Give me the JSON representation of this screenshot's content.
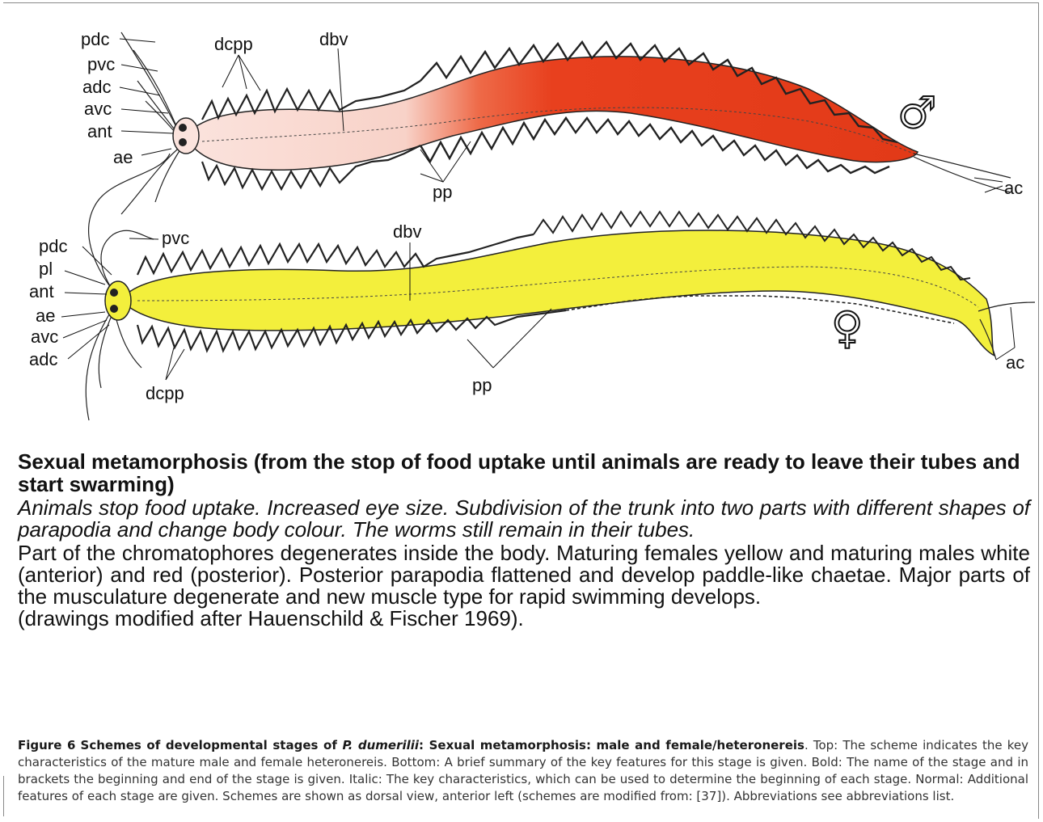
{
  "labels": {
    "male": {
      "pdc": "pdc",
      "pvc": "pvc",
      "adc": "adc",
      "avc": "avc",
      "ant": "ant",
      "ae": "ae",
      "dcpp": "dcpp",
      "dbv": "dbv",
      "pp": "pp",
      "ac": "ac"
    },
    "female": {
      "pdc": "pdc",
      "pvc": "pvc",
      "pl": "pl",
      "ant": "ant",
      "ae": "ae",
      "avc": "avc",
      "adc": "adc",
      "dcpp": "dcpp",
      "dbv": "dbv",
      "pp": "pp",
      "ac": "ac"
    }
  },
  "symbols": {
    "male": "♂",
    "female": "♀"
  },
  "colors": {
    "male_anterior": "#f9dcd6",
    "male_posterior": "#e8401e",
    "female_body": "#f3ef3c"
  },
  "stage": {
    "title": "Sexual metamorphosis (from the stop of food uptake until animals are ready to leave their tubes and start swarming)",
    "italic": "Animals stop food uptake. Increased eye size. Subdivision of the trunk into two parts with different shapes of parapodia and change body colour. The worms still remain in their tubes.",
    "normal": "Part of the chromatophores degenerates inside the body. Maturing females yellow and maturing males white (anterior) and red (posterior). Posterior parapodia flattened and develop paddle-like chaetae. Major parts of the musculature degenerate and new muscle type for rapid swimming develops.",
    "reference": "(drawings modified after Hauenschild & Fischer 1969)."
  },
  "caption": {
    "label": "Figure 6",
    "title": "Schemes of developmental stages of P. dumerilii: Sexual metamorphosis: male and female/heteronereis",
    "title_pre": "Schemes of developmental stages of ",
    "title_species": "P. dumerilii",
    "title_post": ": Sexual metamorphosis: male and female/heteronereis",
    "body": ". Top: The scheme indicates the key characteristics of the mature male and female heteronereis. Bottom: A brief summary of the key features for this stage is given. Bold: The name of the stage and in brackets the beginning and end of the stage is given. Italic: The key characteristics, which can be used to determine the beginning of each stage. Normal: Additional features of each stage are given. Schemes are shown as dorsal view, anterior left (schemes are modified from: [37]). Abbreviations see abbreviations list."
  }
}
